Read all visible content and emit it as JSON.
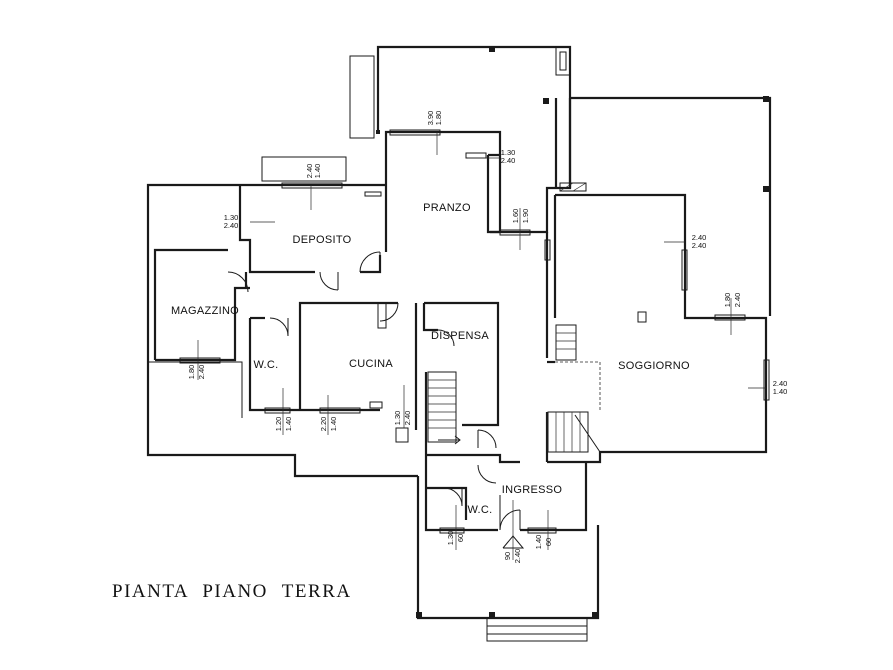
{
  "title": "PIANTA PIANO TERRA",
  "rooms": {
    "pranzo": "PRANZO",
    "deposito": "DEPOSITO",
    "magazzino": "MAGAZZINO",
    "wc_left": "W.C.",
    "cucina": "CUCINA",
    "dispensa": "DISPENSA",
    "soggiorno": "SOGGIORNO",
    "ingresso": "INGRESSO",
    "wc_entry": "W.C."
  },
  "dimensions": {
    "pranzo_top": [
      "3.90",
      "1.80"
    ],
    "pranzo_right": [
      "1.30",
      "2.40"
    ],
    "pranzo_bottom": [
      "1.60",
      "1.90"
    ],
    "deposito_top": [
      "2.40",
      "1.40"
    ],
    "deposito_left": [
      "1.30",
      "2.40"
    ],
    "soggiorno_mid": [
      "2.40",
      "2.40"
    ],
    "soggiorno_top": [
      "1.80",
      "2.40"
    ],
    "soggiorno_right": [
      "2.40",
      "1.40"
    ],
    "magazzino_bottom": [
      "1.80",
      "2.40"
    ],
    "wc_bottom": [
      "1.20",
      "1.40"
    ],
    "cucina_bottom": [
      "2.20",
      "1.40"
    ],
    "cucina_right": [
      "1.30",
      "2.40"
    ],
    "wc_entry_bottom": [
      "1.30",
      "60"
    ],
    "entry_door": [
      "90",
      "2.40"
    ],
    "ingresso_bottom": [
      "1.40",
      "60"
    ]
  }
}
